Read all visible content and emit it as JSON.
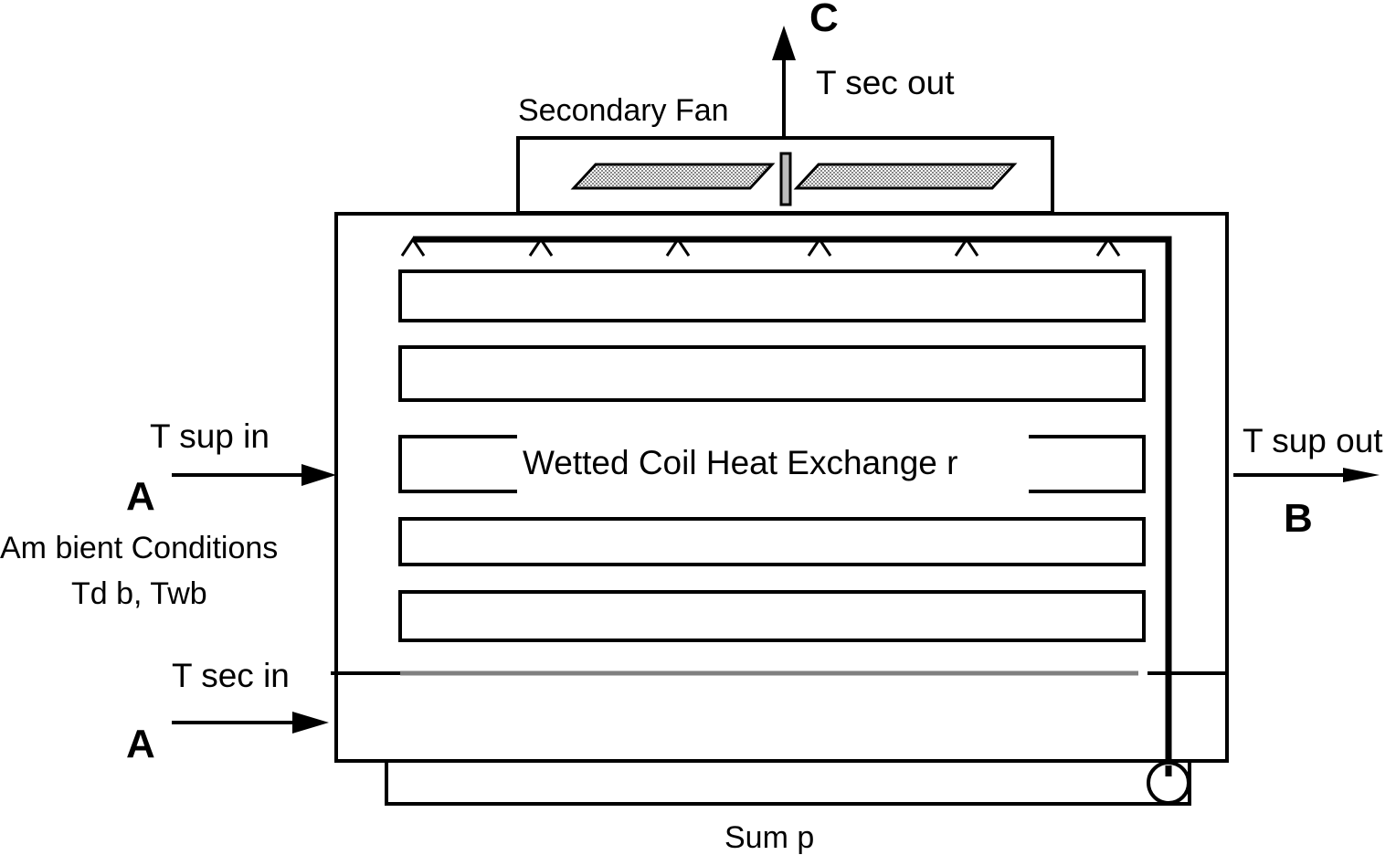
{
  "labels": {
    "point_c": "C",
    "t_sec_out": "T sec out",
    "secondary_fan": "Secondary Fan",
    "heat_exchanger": "Wetted Coil Heat Exchange  r",
    "t_sup_in": "T sup in",
    "point_a_top": "A",
    "ambient_line1": "Am bient Conditions",
    "ambient_line2": "Td b, Twb",
    "t_sup_out": "T sup out",
    "point_b": "B",
    "t_sec_in": "T sec in",
    "point_a_bottom": "A",
    "sump": "Sum p"
  },
  "colors": {
    "line": "#000000",
    "separator": "#808080",
    "fan_blade_fill": "#a8a8a8",
    "background": "#ffffff"
  },
  "icons": [
    "fan-blade-icon",
    "spray-nozzle-icon",
    "pump-icon",
    "arrow-icon"
  ]
}
